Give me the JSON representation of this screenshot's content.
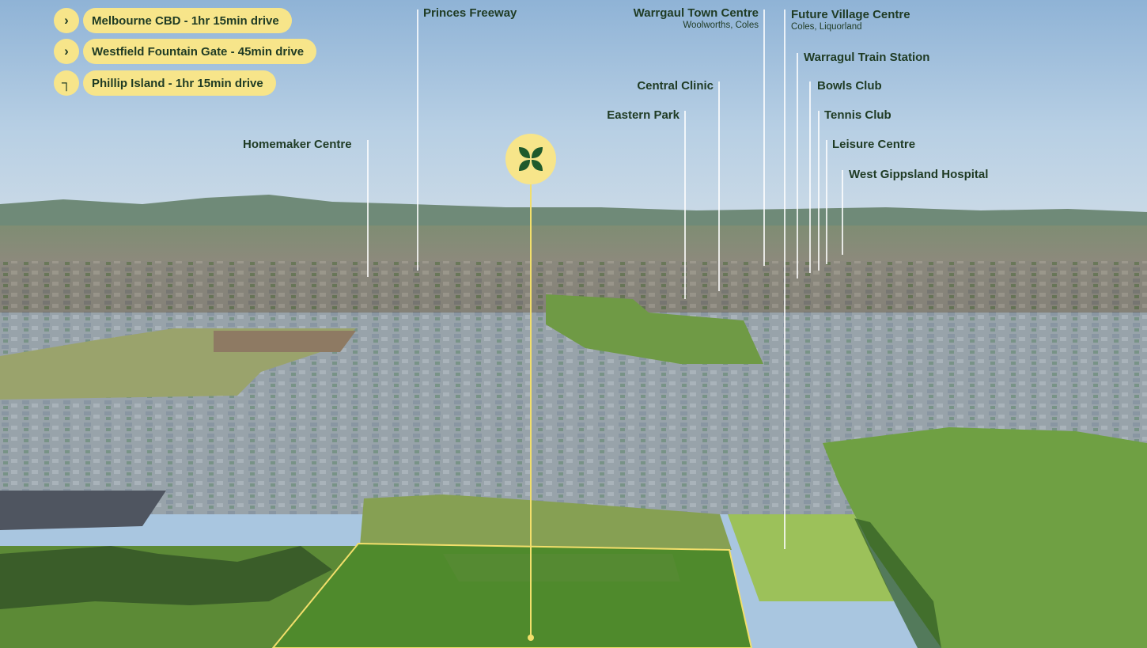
{
  "travel_times": [
    {
      "icon": "chevron-right-icon",
      "glyph": "›",
      "label": "Melbourne CBD - 1hr 15min drive"
    },
    {
      "icon": "chevron-right-icon",
      "glyph": "›",
      "label": "Westfield Fountain Gate - 45min drive"
    },
    {
      "icon": "turn-right-icon",
      "glyph": "┐",
      "label": "Phillip Island - 1hr 15min drive"
    }
  ],
  "landmarks": {
    "princes_freeway": "Princes Freeway",
    "homemaker_centre": "Homemaker Centre",
    "warrgaul_town_centre": "Warrgaul Town Centre",
    "warrgaul_town_centre_sub": "Woolworths, Coles",
    "future_village_centre": "Future Village Centre",
    "future_village_centre_sub": "Coles, Liquorland",
    "warragul_train_station": "Warragul Train Station",
    "central_clinic": "Central Clinic",
    "bowls_club": "Bowls Club",
    "eastern_park": "Eastern Park",
    "tennis_club": "Tennis Club",
    "leisure_centre": "Leisure Centre",
    "west_gippsland_hospital": "West Gippsland Hospital"
  },
  "colors": {
    "accent_yellow": "#f7e58a",
    "site_outline": "#f2df6b",
    "text_dark_green": "#1f3b24",
    "leader_line": "#ffffff"
  },
  "site_logo_icon": "four-leaf-logo-icon"
}
